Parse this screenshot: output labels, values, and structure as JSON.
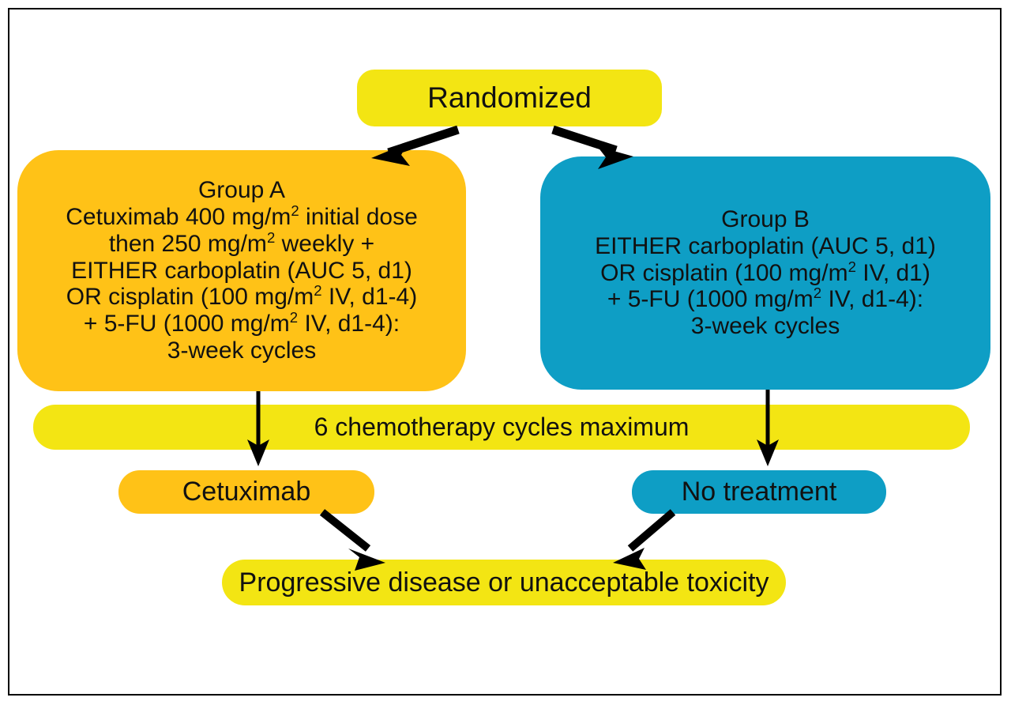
{
  "figure": {
    "type": "flowchart",
    "title": "Randomized trial schema",
    "background": "#ffffff",
    "border_color": "#000000"
  },
  "colors": {
    "yellow": "#F3E513",
    "orange": "#FFC217",
    "blue": "#0E9EC5",
    "arrow": "#000000",
    "text": "#111111"
  },
  "nodes": {
    "randomized": {
      "label": "Randomized",
      "color": "yellow"
    },
    "group_a": {
      "color": "orange",
      "lines": [
        {
          "text": "Group A"
        },
        {
          "pre": "Cetuximab 400 mg/m",
          "sup": "2",
          "post": " initial dose"
        },
        {
          "pre": "then 250 mg/m",
          "sup": "2",
          "post": " weekly +"
        },
        {
          "text": "EITHER carboplatin (AUC 5, d1)"
        },
        {
          "pre": "OR cisplatin (100 mg/m",
          "sup": "2",
          "post": " IV, d1-4)"
        },
        {
          "pre": "+ 5-FU (1000 mg/m",
          "sup": "2",
          "post": " IV, d1-4):"
        },
        {
          "text": "3-week cycles"
        }
      ]
    },
    "group_b": {
      "color": "blue",
      "lines": [
        {
          "text": "Group B"
        },
        {
          "text": "EITHER carboplatin (AUC 5, d1)"
        },
        {
          "pre": "OR cisplatin (100 mg/m",
          "sup": "2",
          "post": " IV, d1)"
        },
        {
          "pre": "+ 5-FU (1000 mg/m",
          "sup": "2",
          "post": " IV, d1-4):"
        },
        {
          "text": "3-week cycles"
        }
      ]
    },
    "banner": {
      "label": "6 chemotherapy cycles maximum",
      "color": "yellow"
    },
    "cetuximab": {
      "label": "Cetuximab",
      "color": "orange"
    },
    "no_treatment": {
      "label": "No treatment",
      "color": "blue"
    },
    "outcome": {
      "label": "Progressive disease or unacceptable toxicity",
      "color": "yellow"
    }
  },
  "edges": [
    {
      "from": "randomized",
      "to": "group_a",
      "style": "diagonal-arrow-left"
    },
    {
      "from": "randomized",
      "to": "group_b",
      "style": "diagonal-arrow-right"
    },
    {
      "from": "group_a",
      "to": "cetuximab",
      "style": "vertical-arrow-through-banner"
    },
    {
      "from": "group_b",
      "to": "no_treatment",
      "style": "vertical-arrow-through-banner"
    },
    {
      "from": "cetuximab",
      "to": "outcome",
      "style": "diagonal-arrow-right-down"
    },
    {
      "from": "no_treatment",
      "to": "outcome",
      "style": "diagonal-arrow-left-down"
    }
  ]
}
